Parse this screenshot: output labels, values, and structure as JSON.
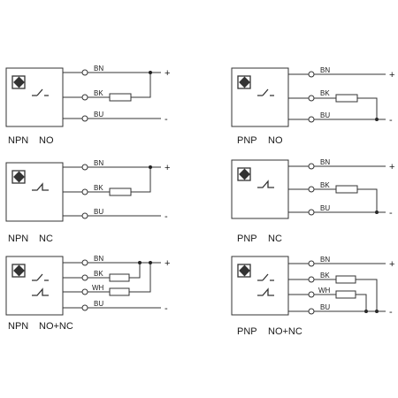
{
  "diagrams": [
    {
      "id": "npn-no",
      "caption_type": "NPN",
      "caption_output": "NO",
      "wires": [
        {
          "label": "BN",
          "polarity": "+"
        },
        {
          "label": "BK",
          "polarity": ""
        },
        {
          "label": "BU",
          "polarity": "-"
        }
      ]
    },
    {
      "id": "pnp-no",
      "caption_type": "PNP",
      "caption_output": "NO",
      "wires": [
        {
          "label": "BN",
          "polarity": "+"
        },
        {
          "label": "BK",
          "polarity": ""
        },
        {
          "label": "BU",
          "polarity": "-"
        }
      ]
    },
    {
      "id": "npn-nc",
      "caption_type": "NPN",
      "caption_output": "NC",
      "wires": [
        {
          "label": "BN",
          "polarity": "+"
        },
        {
          "label": "BK",
          "polarity": ""
        },
        {
          "label": "BU",
          "polarity": "-"
        }
      ]
    },
    {
      "id": "pnp-nc",
      "caption_type": "PNP",
      "caption_output": "NC",
      "wires": [
        {
          "label": "BN",
          "polarity": "+"
        },
        {
          "label": "BK",
          "polarity": ""
        },
        {
          "label": "BU",
          "polarity": "-"
        }
      ]
    },
    {
      "id": "npn-no-nc",
      "caption_type": "NPN",
      "caption_output": "NO+NC",
      "wires": [
        {
          "label": "BN",
          "polarity": "+"
        },
        {
          "label": "BK",
          "polarity": ""
        },
        {
          "label": "WH",
          "polarity": ""
        },
        {
          "label": "BU",
          "polarity": "-"
        }
      ]
    },
    {
      "id": "pnp-no-nc",
      "caption_type": "PNP",
      "caption_output": "NO+NC",
      "wires": [
        {
          "label": "BN",
          "polarity": "+"
        },
        {
          "label": "BK",
          "polarity": ""
        },
        {
          "label": "WH",
          "polarity": ""
        },
        {
          "label": "BU",
          "polarity": "-"
        }
      ]
    }
  ]
}
